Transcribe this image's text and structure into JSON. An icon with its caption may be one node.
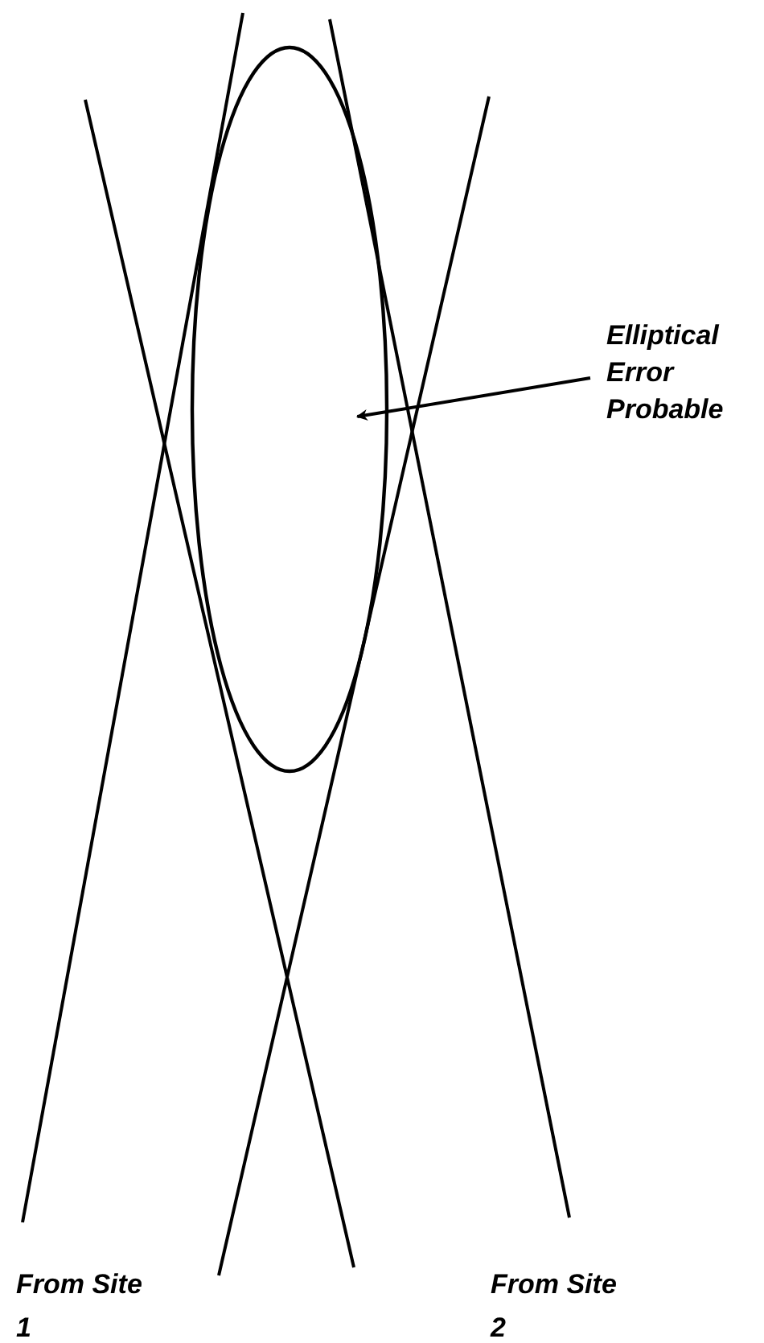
{
  "diagram": {
    "nodes": [
      {
        "text": [
          "Elliptical Error Probable"
        ]
      },
      {
        "text": [],
        "shape": "ellipse"
      }
    ],
    "edges": [
      {
        "from": 0,
        "to": 1,
        "arrow": "to"
      }
    ],
    "labels": [
      "From Site 1",
      "From Site 2"
    ]
  }
}
